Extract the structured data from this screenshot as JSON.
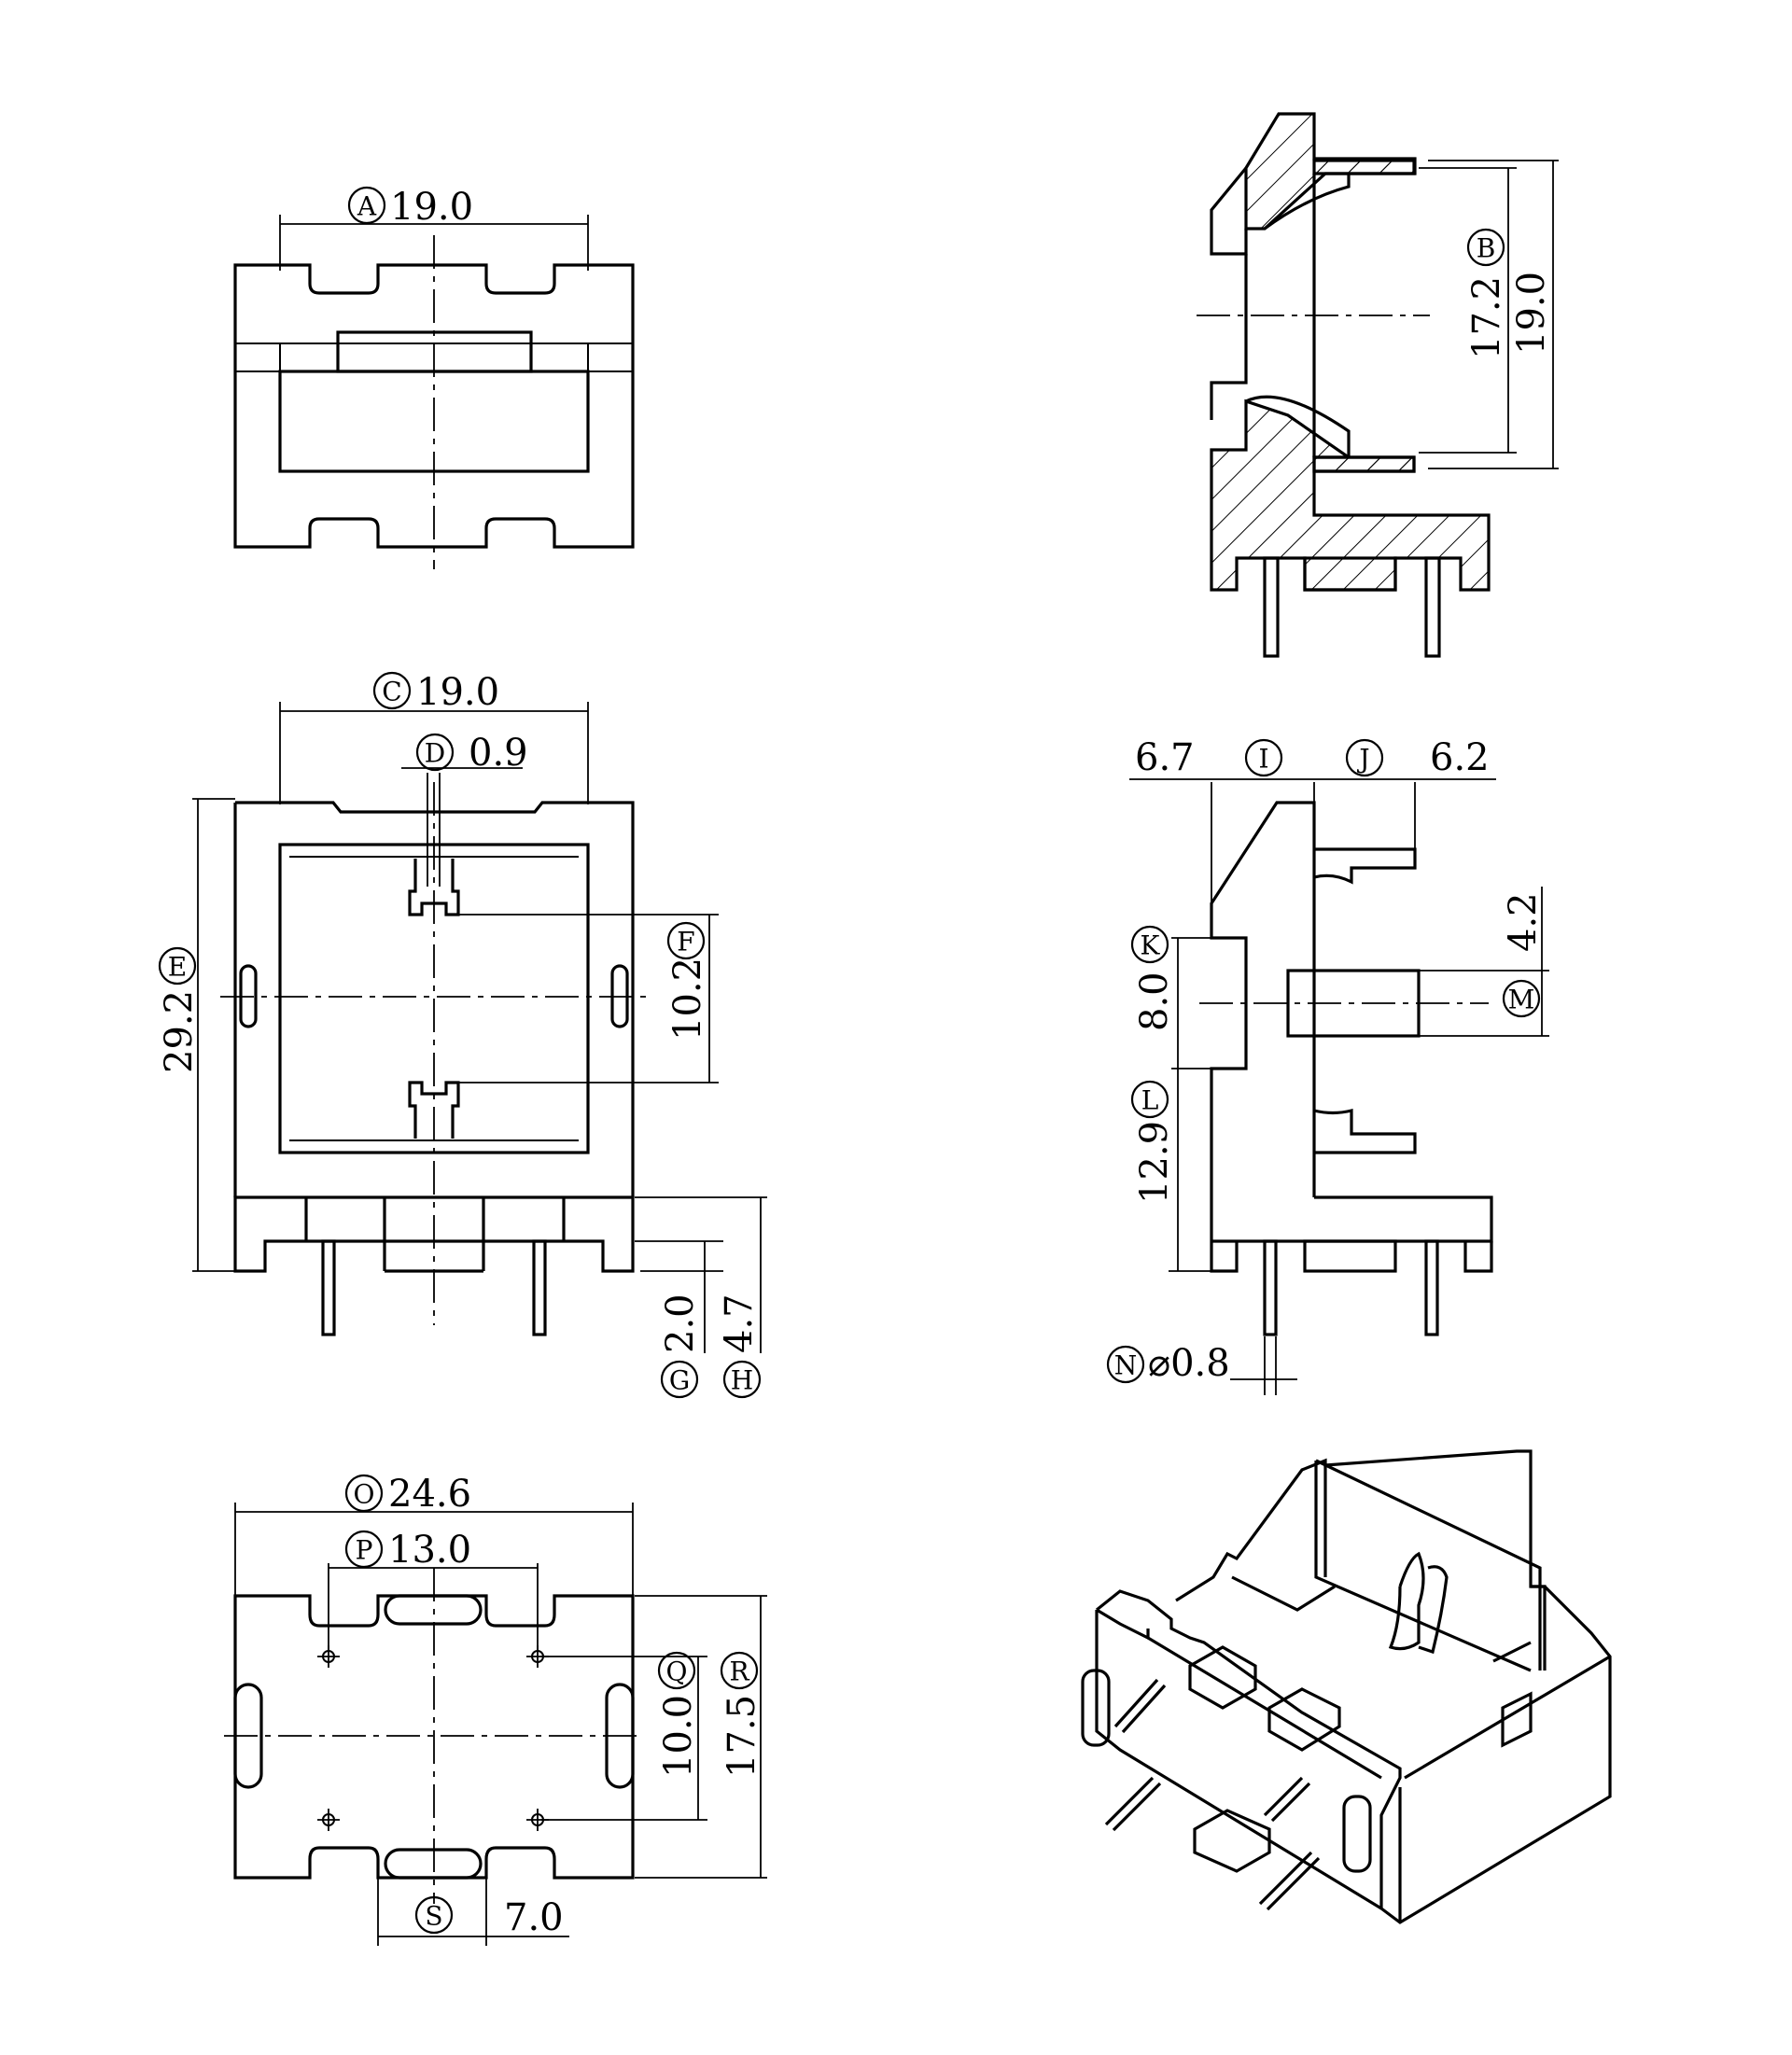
{
  "dimensions": {
    "A": {
      "letter": "A",
      "value": "19.0"
    },
    "B": {
      "letter": "B",
      "value": "17.2"
    },
    "B_overall": {
      "value": "19.0"
    },
    "C": {
      "letter": "C",
      "value": "19.0"
    },
    "D": {
      "letter": "D",
      "value": "0.9"
    },
    "E": {
      "letter": "E",
      "value": "29.2"
    },
    "F": {
      "letter": "F",
      "value": "10.2"
    },
    "G": {
      "letter": "G",
      "value": "2.0"
    },
    "H": {
      "letter": "H",
      "value": "4.7"
    },
    "I": {
      "letter": "I",
      "value": "6.7"
    },
    "J": {
      "letter": "J",
      "value": "6.2"
    },
    "K": {
      "letter": "K",
      "value": "8.0"
    },
    "L": {
      "letter": "L",
      "value": "12.9"
    },
    "M": {
      "letter": "M",
      "value": "4.2"
    },
    "N": {
      "letter": "N",
      "value": "⌀0.8"
    },
    "O": {
      "letter": "O",
      "value": "24.6"
    },
    "P": {
      "letter": "P",
      "value": "13.0"
    },
    "Q": {
      "letter": "Q",
      "value": "10.0"
    },
    "R": {
      "letter": "R",
      "value": "17.5"
    },
    "S": {
      "letter": "S",
      "value": "7.0"
    }
  }
}
